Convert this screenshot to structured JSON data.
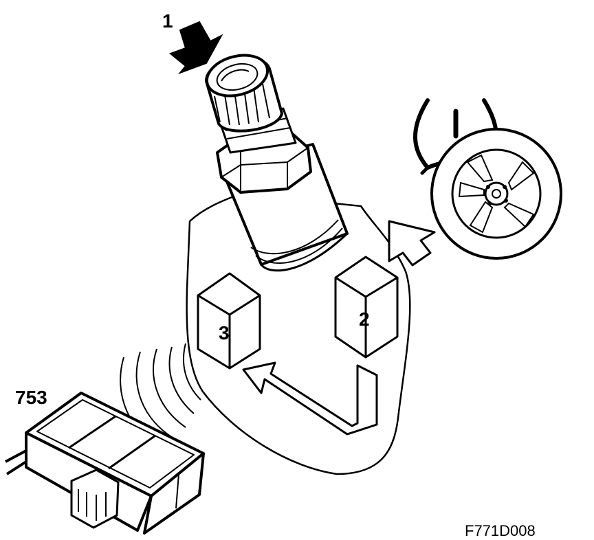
{
  "labels": {
    "callout_1": "1",
    "callout_2": "2",
    "callout_3": "3",
    "callout_753": "753",
    "figure_code": "F771D008"
  },
  "icons": {
    "warning": "tire-pressure-warning-icon",
    "wheel": "wheel-icon",
    "valve": "tire-valve-sensor",
    "receiver": "receiver-module-753",
    "signal": "radio-signal-waves"
  },
  "colors": {
    "ink": "#000000",
    "paper": "#ffffff",
    "light_fill": "#ececec"
  }
}
